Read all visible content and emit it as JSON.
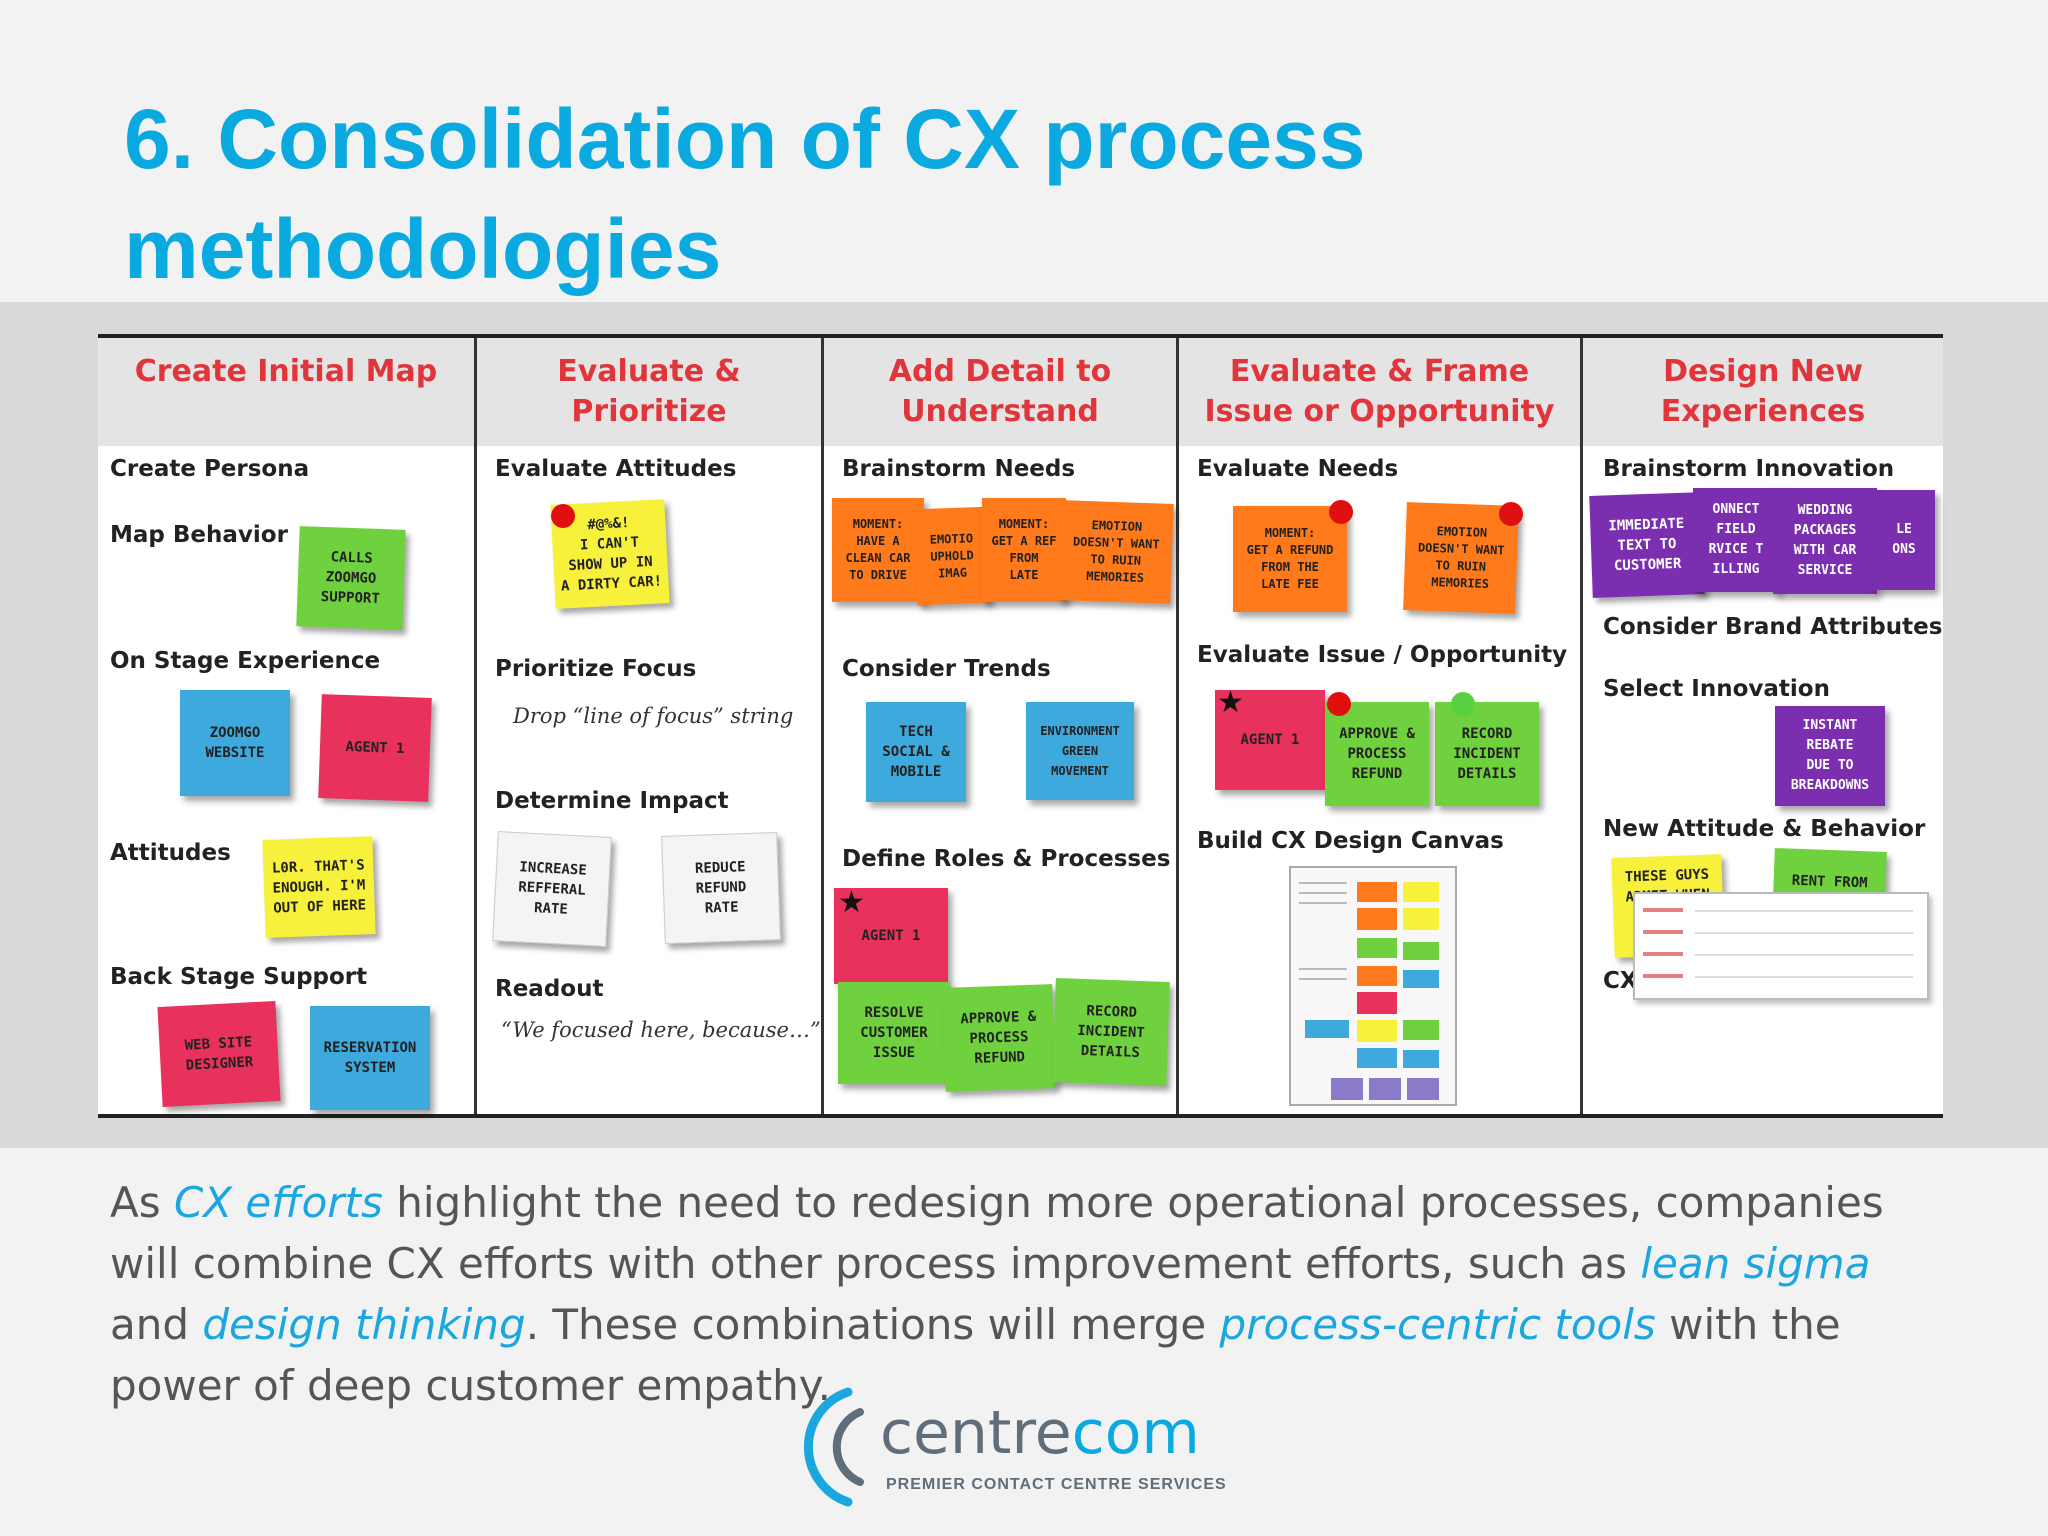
{
  "slide": {
    "title": "6. Consolidation of CX process methodologies"
  },
  "board": {
    "columns": [
      {
        "header": "Create Initial Map",
        "sections": [
          "Create Persona",
          "Map Behavior",
          "On Stage Experience",
          "Attitudes",
          "Back Stage Support"
        ],
        "notes": [
          "CALLS\nZOOMGO\nSUPPORT",
          "ZOOMGO\nWEBSITE",
          "AGENT 1",
          "L0R. THAT'S\nENOUGH. I'M\nOUT OF HERE",
          "WEB SITE\nDESIGNER",
          "RESERVATION\nSYSTEM"
        ]
      },
      {
        "header": "Evaluate &\nPrioritize",
        "sections": [
          "Evaluate Attitudes",
          "Prioritize Focus",
          "Determine Impact",
          "Readout"
        ],
        "handwriting": [
          "Drop “line of focus” string",
          "“We focused here, because…”"
        ],
        "notes": [
          "#@%&!\nI CAN'T\nSHOW UP IN\nA DIRTY CAR!",
          "INCREASE\nREFFERAL\nRATE",
          "REDUCE\nREFUND\nRATE"
        ]
      },
      {
        "header": "Add Detail to\nUnderstand",
        "sections": [
          "Brainstorm Needs",
          "Consider Trends",
          "Define Roles & Processes"
        ],
        "notes": [
          "MOMENT:\nHAVE A\nCLEAN CAR\nTO DRIVE",
          "EMOTIO\nUPHOLD\nIMAG",
          "MOMENT:\nGET A REF\nFROM\nLATE",
          "EMOTION\nDOESN'T WANT\nTO RUIN\nMEMORIES",
          "TECH\nSOCIAL &\nMOBILE",
          "ENVIRONMENT\nGREEN\nMOVEMENT",
          "AGENT 1",
          "RESOLVE\nCUSTOMER\nISSUE",
          "APPROVE &\nPROCESS\nREFUND",
          "RECORD\nINCIDENT\nDETAILS"
        ]
      },
      {
        "header": "Evaluate & Frame\nIssue or Opportunity",
        "sections": [
          "Evaluate Needs",
          "Evaluate Issue / Opportunity",
          "Build CX Design Canvas"
        ],
        "notes": [
          "MOMENT:\nGET A REFUND\nFROM THE\nLATE FEE",
          "EMOTION\nDOESN'T WANT\nTO RUIN\nMEMORIES",
          "AGENT 1",
          "APPROVE &\nPROCESS\nREFUND",
          "RECORD\nINCIDENT\nDETAILS"
        ]
      },
      {
        "header": "Design New\nExperiences",
        "sections": [
          "Brainstorm Innovation",
          "Consider Brand Attributes",
          "Select Innovation",
          "New Attitude & Behavior",
          "CX Hypothesis"
        ],
        "notes": [
          "IMMEDIATE\nTEXT TO\nCUSTOMER",
          "ONNECT\nFIELD\nRVICE T\nILLING",
          "WEDDING\nPACKAGES\nWITH CAR\nSERVICE",
          "LE\nONS",
          "INSTANT\nREBATE\nDUE TO\nBREAKDOWNS",
          "THESE GUYS\nADMIT WHEN\nTHEY ARE\nWRONG",
          "RENT FROM\nTHEM\nAGAIN"
        ]
      }
    ]
  },
  "body": {
    "t1": "As ",
    "e1": "CX efforts",
    "t2": " highlight the need to redesign more operational processes, companies will combine CX efforts with other process improvement efforts, such as ",
    "e2": "lean sigma",
    "t3": " and ",
    "e3": "design thinking",
    "t4": ". These combinations will merge ",
    "e4": "process-centric tools",
    "t5": " with the power of deep customer empathy."
  },
  "logo": {
    "name_a": "centre",
    "name_b": "com",
    "tagline": "PREMIER CONTACT CENTRE SERVICES"
  },
  "colors": {
    "title": "#0aaae0",
    "column_header_text": "#e0353b",
    "body_text": "#555555",
    "body_emphasis": "#1aa7e0"
  }
}
